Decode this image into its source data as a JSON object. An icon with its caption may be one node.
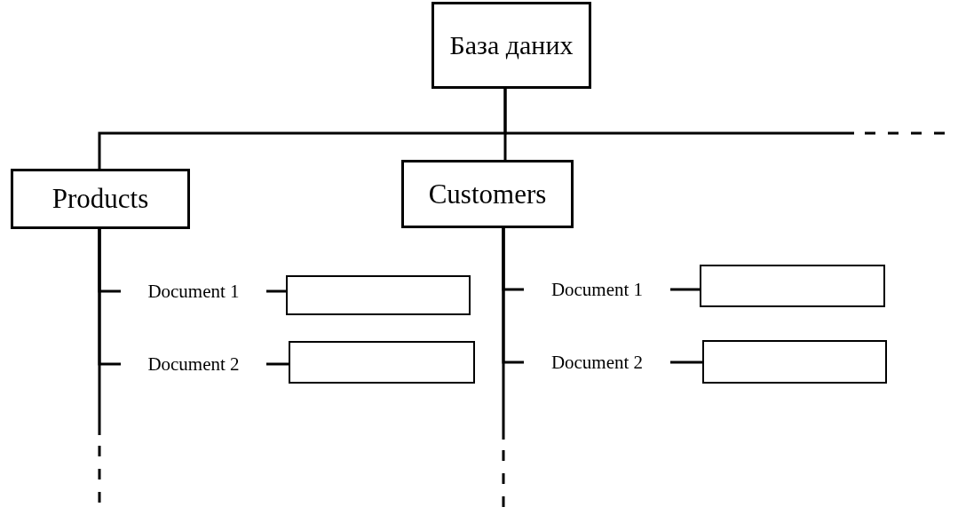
{
  "diagram": {
    "nodes": [
      {
        "text": [
          "База даних"
        ]
      },
      {
        "text": [
          "Products"
        ]
      },
      {
        "text": [
          "Customers"
        ]
      },
      {
        "text": [
          "Document 1"
        ]
      },
      {
        "text": [],
        "shape": "box"
      },
      {
        "text": [
          "Document 2"
        ]
      },
      {
        "text": [],
        "shape": "box"
      },
      {
        "text": [
          "Document 1"
        ]
      },
      {
        "text": [],
        "shape": "box"
      },
      {
        "text": [
          "Document 2"
        ]
      },
      {
        "text": [],
        "shape": "box"
      }
    ],
    "edges": [
      {
        "from": 0,
        "to": 1,
        "arrow": "none"
      },
      {
        "from": 0,
        "to": 2,
        "arrow": "none"
      },
      {
        "from": 0,
        "to": null,
        "arrow": "none",
        "style": "dashed"
      },
      {
        "from": 1,
        "to": null,
        "arrow": "none",
        "style": "dashed"
      },
      {
        "from": 2,
        "to": null,
        "arrow": "none",
        "style": "dashed"
      },
      {
        "from": 1,
        "to": 3,
        "arrow": "none"
      },
      {
        "from": 3,
        "to": 4,
        "arrow": "none"
      },
      {
        "from": 1,
        "to": 5,
        "arrow": "none"
      },
      {
        "from": 5,
        "to": 6,
        "arrow": "none"
      },
      {
        "from": 2,
        "to": 7,
        "arrow": "none"
      },
      {
        "from": 7,
        "to": 8,
        "arrow": "none"
      },
      {
        "from": 2,
        "to": 9,
        "arrow": "none"
      },
      {
        "from": 9,
        "to": 10,
        "arrow": "none"
      }
    ]
  }
}
